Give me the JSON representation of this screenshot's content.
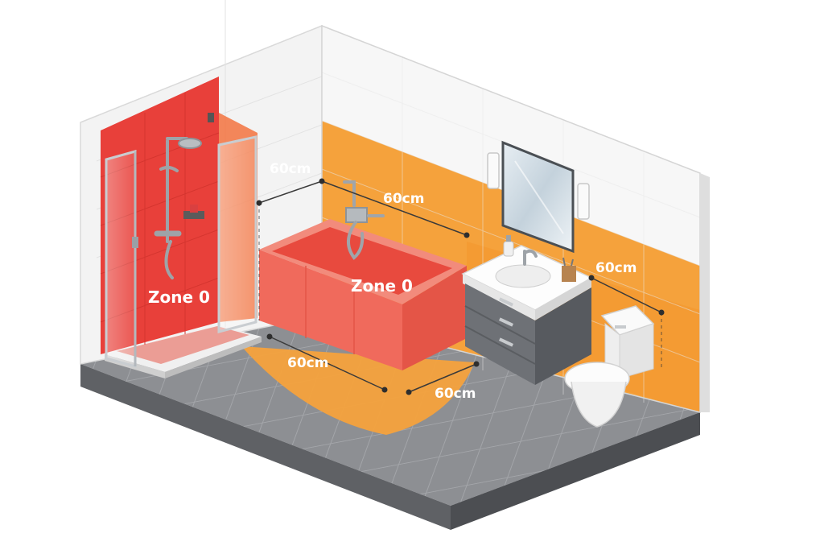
{
  "labels": {
    "shower_zone": "Zone 0",
    "bath_zone": "Zone 0",
    "shower_height": "60cm",
    "bath_back": "60cm",
    "basin_side": "60cm",
    "floor_front_left": "60cm",
    "floor_front_right": "60cm"
  },
  "colors": {
    "zone0": "#e8403a",
    "zone1": "#f5a23c",
    "zone2": "#f7b256",
    "wall": "#f4f4f4",
    "floor": "#8a8c90",
    "dimension": "#3a3a3a"
  }
}
